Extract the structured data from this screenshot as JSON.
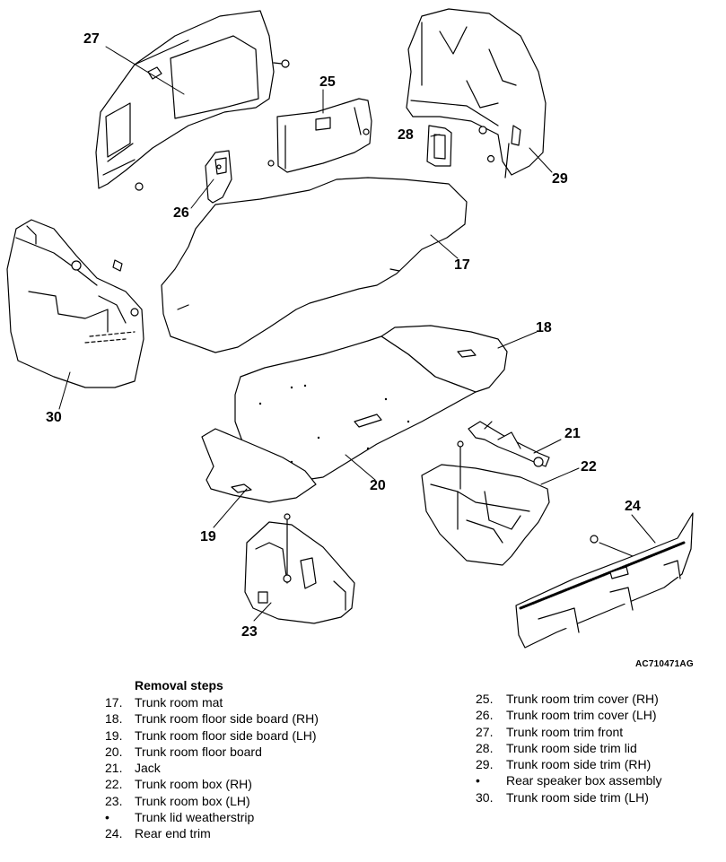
{
  "diagram": {
    "code": "AC710471AG",
    "callouts": {
      "c17": "17",
      "c18": "18",
      "c19": "19",
      "c20": "20",
      "c21": "21",
      "c22": "22",
      "c23": "23",
      "c24": "24",
      "c25": "25",
      "c26": "26",
      "c27": "27",
      "c28": "28",
      "c29": "29",
      "c30": "30"
    }
  },
  "steps": {
    "title": "Removal steps",
    "left": [
      {
        "num": "17.",
        "text": "Trunk room mat"
      },
      {
        "num": "18.",
        "text": "Trunk room floor side board (RH)"
      },
      {
        "num": "19.",
        "text": "Trunk room floor side board (LH)"
      },
      {
        "num": "20.",
        "text": "Trunk room floor board"
      },
      {
        "num": "21.",
        "text": "Jack"
      },
      {
        "num": "22.",
        "text": "Trunk room box (RH)"
      },
      {
        "num": "23.",
        "text": "Trunk room box (LH)"
      },
      {
        "num": "•",
        "text": "Trunk lid weatherstrip"
      },
      {
        "num": "24.",
        "text": "Rear end trim"
      }
    ],
    "right": [
      {
        "num": "25.",
        "text": "Trunk room trim cover (RH)"
      },
      {
        "num": "26.",
        "text": "Trunk room trim cover (LH)"
      },
      {
        "num": "27.",
        "text": "Trunk room trim front"
      },
      {
        "num": "28.",
        "text": "Trunk room side trim lid"
      },
      {
        "num": "29.",
        "text": "Trunk room side trim (RH)"
      },
      {
        "num": "•",
        "text": "Rear speaker box assembly"
      },
      {
        "num": "30.",
        "text": "Trunk room side trim (LH)"
      }
    ]
  }
}
